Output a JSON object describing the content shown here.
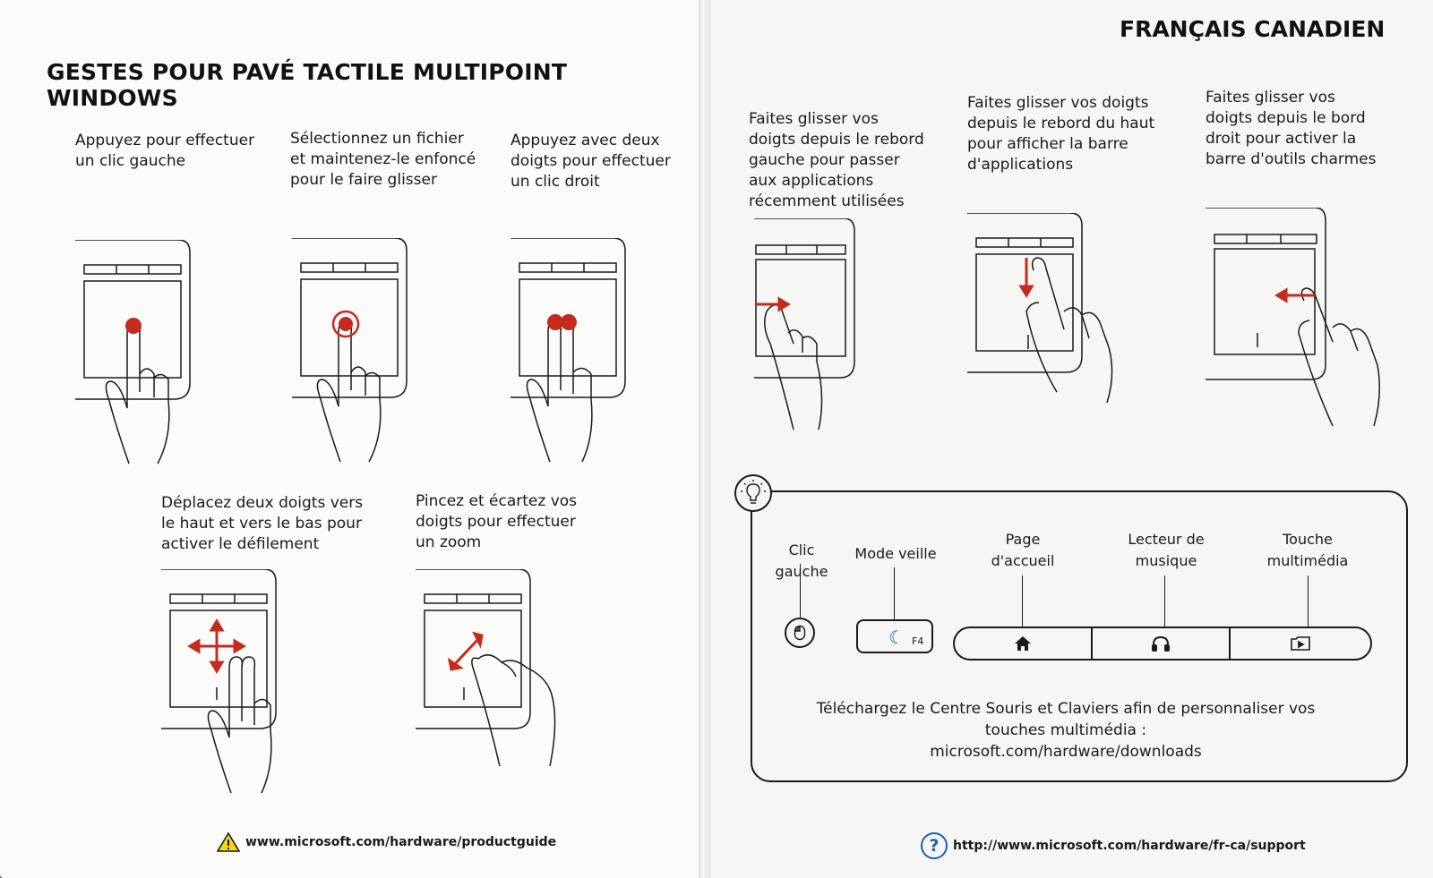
{
  "left_page": {
    "title": "GESTES POUR PAVÉ TACTILE MULTIPOINT WINDOWS",
    "gestures": [
      {
        "lines": [
          "Appuyez pour effectuer",
          "un clic gauche"
        ]
      },
      {
        "lines": [
          "Sélectionnez un fichier",
          "et maintenez-le enfoncé",
          "pour le faire glisser"
        ]
      },
      {
        "lines": [
          "Appuyez avec deux",
          "doigts pour effectuer",
          "un clic droit"
        ]
      },
      {
        "lines": [
          "Déplacez deux doigts vers",
          "le haut et vers le bas pour",
          "activer le défilement"
        ]
      },
      {
        "lines": [
          "Pincez et écartez vos",
          "doigts pour effectuer",
          "un zoom"
        ]
      }
    ],
    "footer_link": "www.microsoft.com/hardware/productguide"
  },
  "right_page": {
    "language": "FRANÇAIS CANADIEN",
    "gestures": [
      {
        "lines": [
          "Faites glisser vos",
          "doigts depuis le rebord",
          "gauche pour passer",
          "aux applications",
          "récemment utilisées"
        ]
      },
      {
        "lines": [
          "Faites glisser vos doigts",
          "depuis le rebord du haut",
          "pour afficher la barre",
          "d'applications"
        ]
      },
      {
        "lines": [
          "Faites glisser vos",
          "doigts depuis le bord",
          "droit pour activer la",
          "barre d'outils charmes"
        ]
      }
    ],
    "tip": {
      "keys": [
        {
          "lines": [
            "Clic gauche"
          ]
        },
        {
          "lines": [
            "Mode veille"
          ],
          "key_text": "F4"
        },
        {
          "lines": [
            "Page",
            "d'accueil"
          ]
        },
        {
          "lines": [
            "Lecteur de",
            "musique"
          ]
        },
        {
          "lines": [
            "Touche",
            "multimédia"
          ]
        }
      ],
      "download_lines": [
        "Téléchargez le Centre Souris et Claviers afin de personnaliser vos",
        "touches multimédia :",
        "microsoft.com/hardware/downloads"
      ]
    },
    "footer_link": "http://www.microsoft.com/hardware/fr-ca/support"
  },
  "colors": {
    "accent": "#c62a1f",
    "link_blue": "#1a5fb4",
    "warning_yellow": "#f5d90a"
  }
}
